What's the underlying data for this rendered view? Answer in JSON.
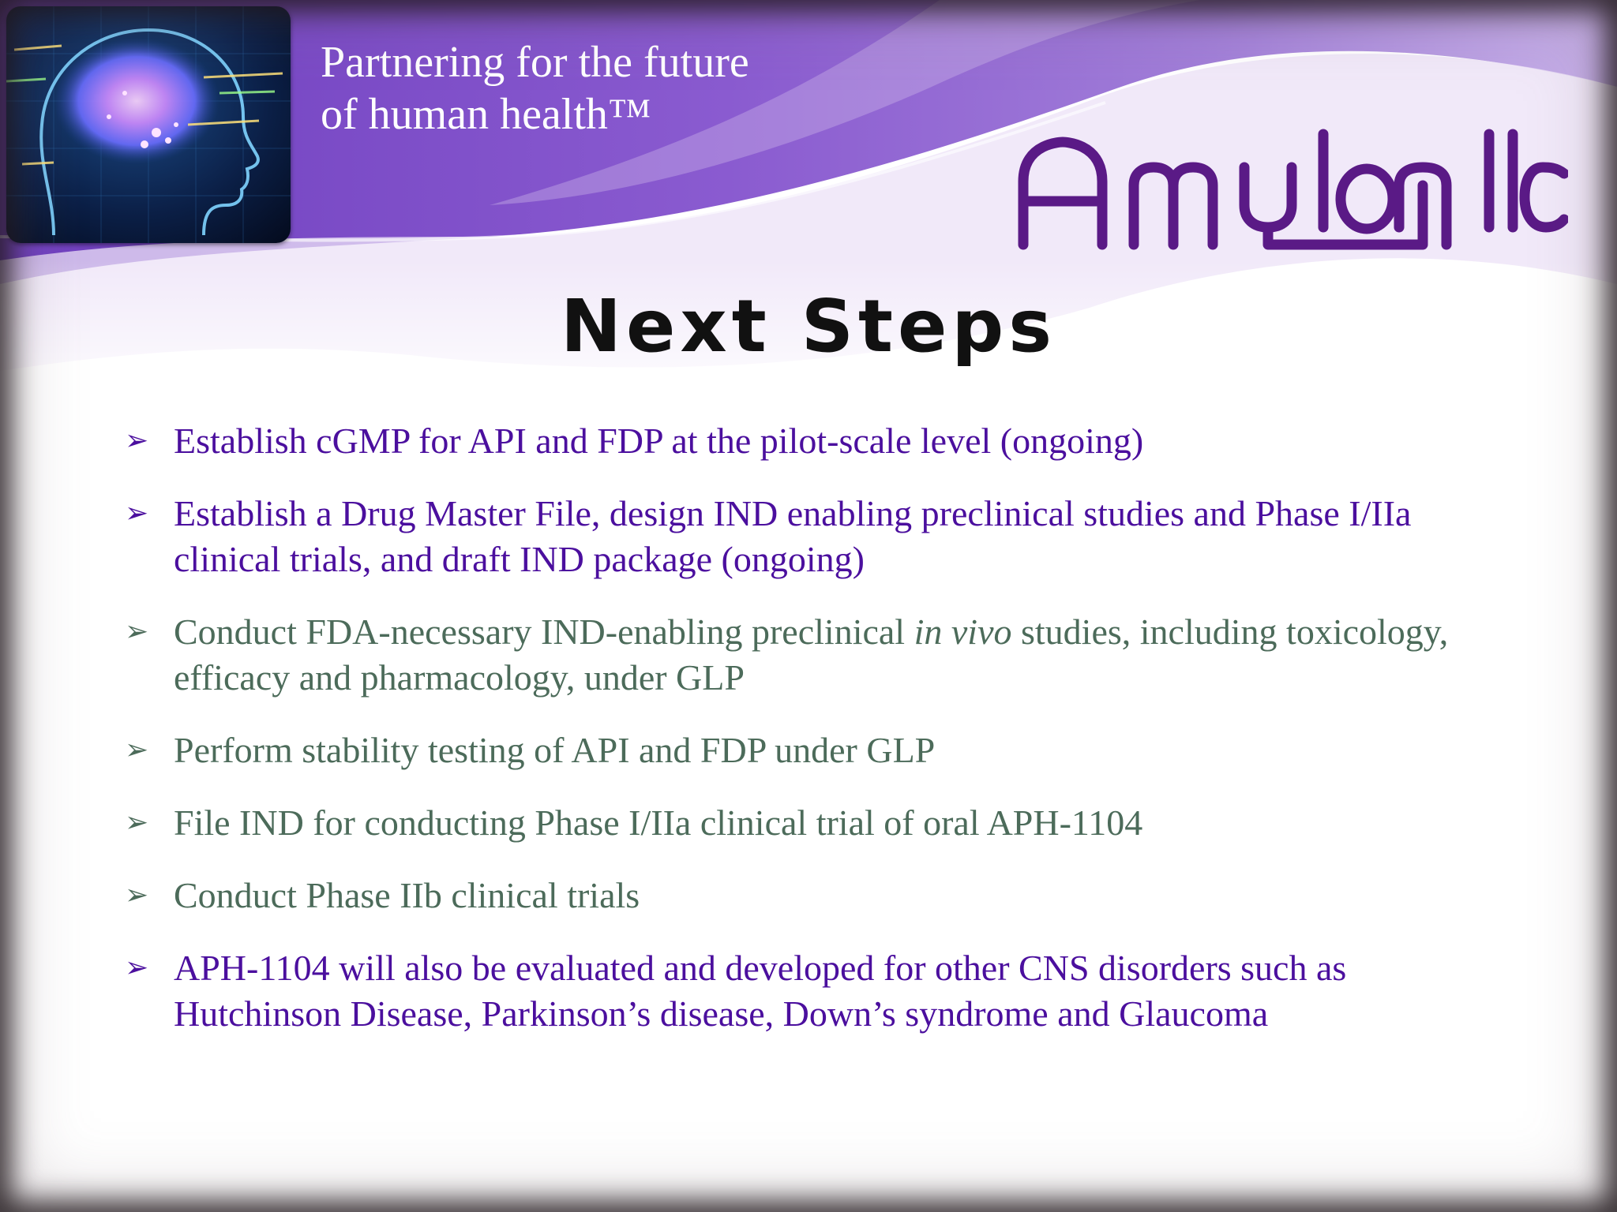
{
  "header": {
    "tagline_line1": "Partnering for the future",
    "tagline_line2": "of human health™",
    "logo_text": "Amylon llc"
  },
  "slide": {
    "title": "Next Steps"
  },
  "bullets": [
    {
      "text": "Establish cGMP for API and FDP at the pilot-scale level (ongoing)",
      "style": "purple"
    },
    {
      "text": "Establish a Drug Master File, design IND enabling preclinical studies and Phase I/IIa clinical trials, and draft IND package (ongoing)",
      "style": "purple"
    },
    {
      "text_before": "Conduct FDA-necessary IND-enabling preclinical ",
      "text_italic": "in vivo",
      "text_after": " studies, including toxicology, efficacy and pharmacology, under GLP",
      "style": "green"
    },
    {
      "text": "Perform stability testing of API and FDP under GLP",
      "style": "green"
    },
    {
      "text": "File IND for conducting Phase I/IIa clinical trial of oral APH-1104",
      "style": "green"
    },
    {
      "text": "Conduct Phase IIb clinical trials",
      "style": "green"
    },
    {
      "text": "APH-1104 will also be evaluated and developed for other CNS disorders such as Hutchinson Disease, Parkinson’s disease, Down’s syndrome and Glaucoma",
      "style": "purple"
    }
  ],
  "bullet_marker": "➢",
  "colors": {
    "purple_text": "#4b0f9e",
    "green_text": "#4c6b5a",
    "header_purple": "#7a4cc4",
    "logo_purple": "#5a1a86"
  },
  "icons": {
    "header_image": "brain-head-icon",
    "bullet": "arrowhead-bullet-icon"
  }
}
